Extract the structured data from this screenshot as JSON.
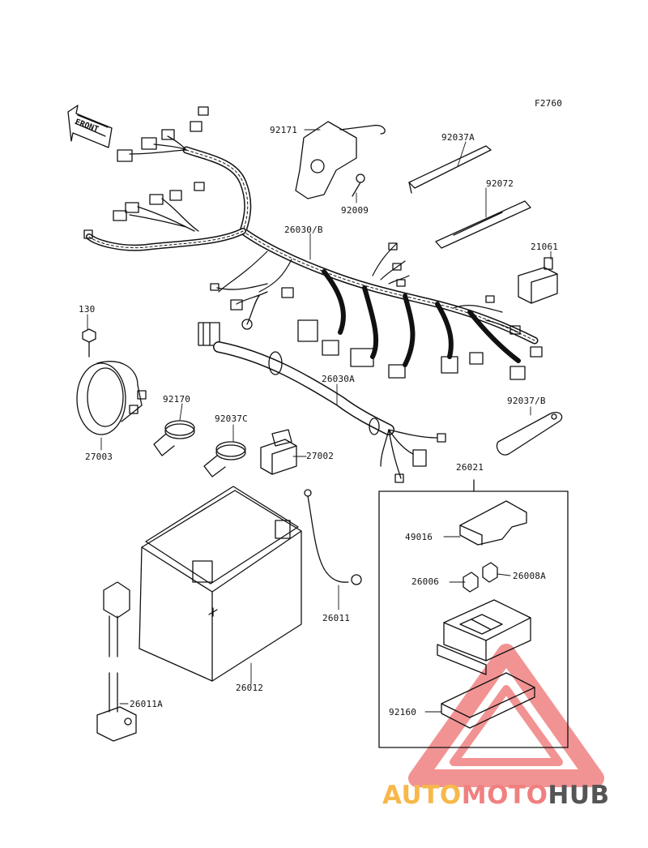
{
  "figure_code": "F2760",
  "front_arrow_text": "FRONT",
  "colors": {
    "watermark_triangle": "#f08080",
    "watermark_auto": "#f7b84b",
    "watermark_moto": "#f08080",
    "watermark_hub": "#555555"
  },
  "part_labels": {
    "p92171": "92171",
    "p92009": "92009",
    "p92037A": "92037A",
    "p92072": "92072",
    "p21061": "21061",
    "p26030B": "26030/B",
    "p130": "130",
    "p27003": "27003",
    "p92170": "92170",
    "p92037C": "92037C",
    "p27002": "27002",
    "p26030A": "26030A",
    "p92037B": "92037/B",
    "p26021": "26021",
    "p49016": "49016",
    "p26006": "26006",
    "p26008A": "26008A",
    "p26011": "26011",
    "p26012": "26012",
    "p26011A": "26011A",
    "p92160": "92160"
  },
  "watermark": {
    "part1": "AUTO",
    "part2": "MOTO",
    "part3": "HUB"
  }
}
